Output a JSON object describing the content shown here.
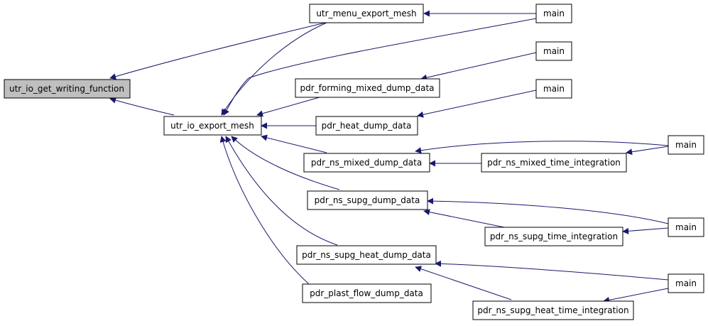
{
  "edge_color": "#191970",
  "root_fill": "#bfbfbf",
  "nodes": {
    "root": "utr_io_get_writing_function",
    "menu_export": "utr_menu_export_mesh",
    "main_a": "main",
    "io_export": "utr_io_export_mesh",
    "main_b": "main",
    "forming": "pdr_forming_mixed_dump_data",
    "main_c": "main",
    "heat": "pdr_heat_dump_data",
    "main_d": "main",
    "ns_mixed": "pdr_ns_mixed_dump_data",
    "ns_mixed_ti": "pdr_ns_mixed_time_integration",
    "ns_supg": "pdr_ns_supg_dump_data",
    "main_e": "main",
    "ns_supg_ti": "pdr_ns_supg_time_integration",
    "ns_supg_heat": "pdr_ns_supg_heat_dump_data",
    "main_f": "main",
    "plast": "pdr_plast_flow_dump_data",
    "ns_supg_heat_ti": "pdr_ns_supg_heat_time_integration"
  }
}
